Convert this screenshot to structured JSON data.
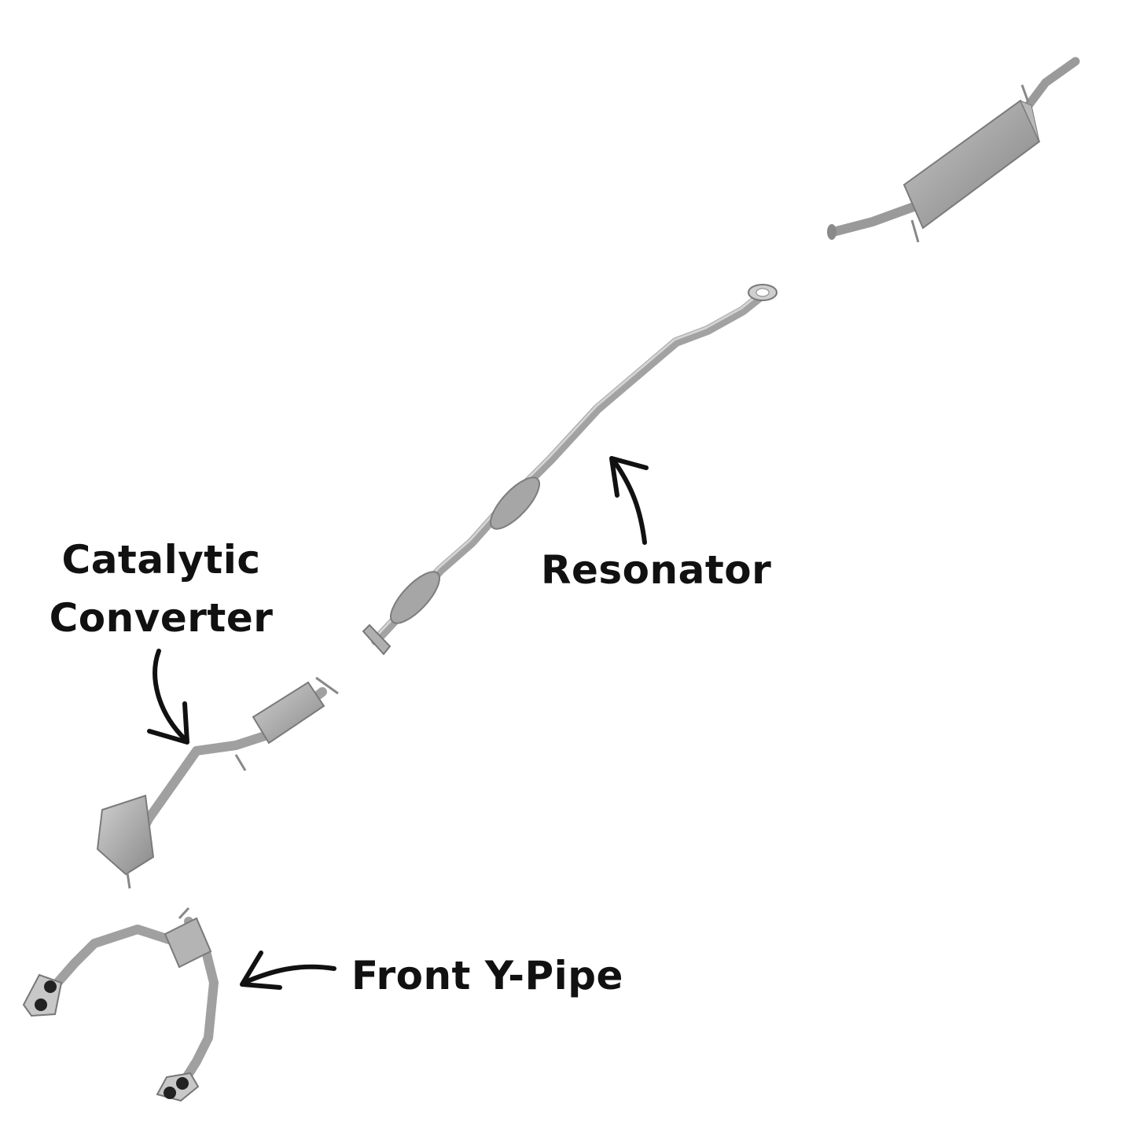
{
  "labels": {
    "catalytic_line1": "Catalytic",
    "catalytic_line2": "Converter",
    "resonator": "Resonator",
    "front_y_pipe": "Front Y-Pipe"
  },
  "colors": {
    "background": "#ffffff",
    "metal": "#a9a9a9",
    "metal_dark": "#7d7d7d",
    "metal_light": "#cfcfcf",
    "text": "#111111"
  },
  "icons": [
    "curved-arrow-icon"
  ]
}
